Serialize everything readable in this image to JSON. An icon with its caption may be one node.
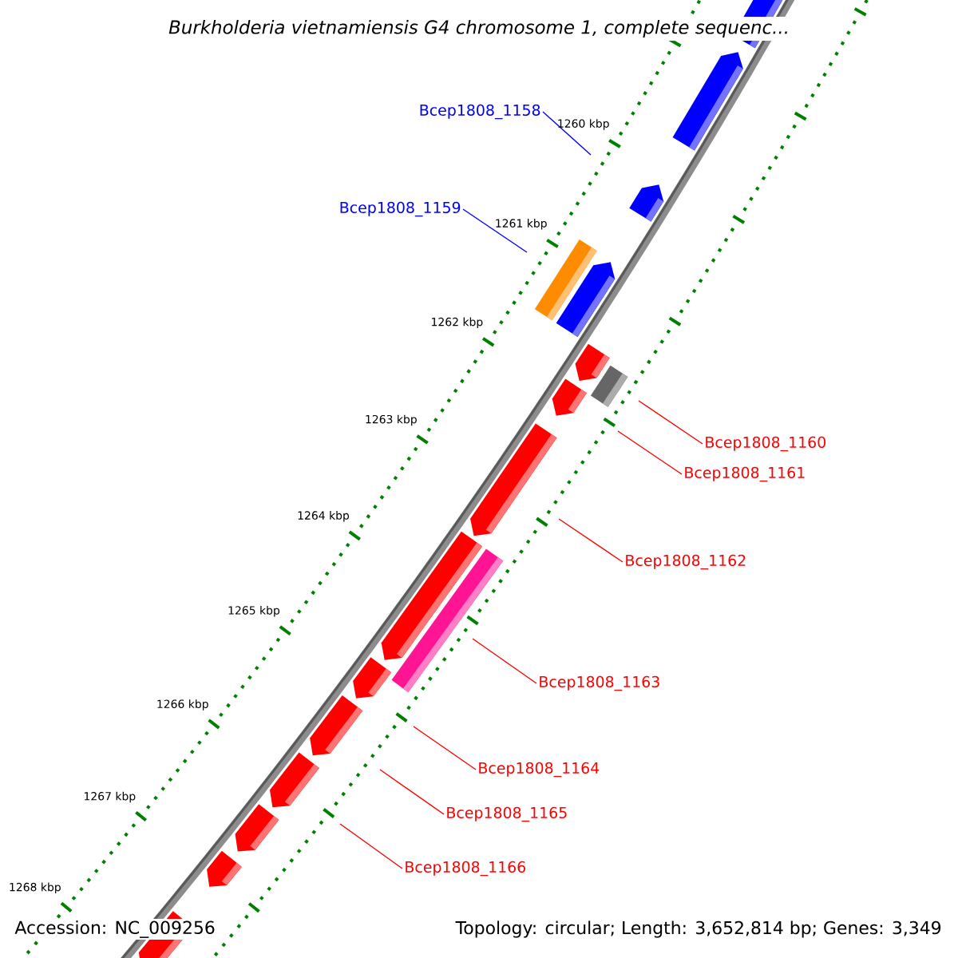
{
  "diagram": {
    "title": "Burkholderia vietnamiensis G4 chromosome 1, complete sequenc...",
    "nodes": [
      {
        "text": [
          "Bcep1808_1158"
        ]
      },
      {
        "text": [
          "Bcep1808_1159"
        ]
      },
      {
        "text": [
          "Bcep1808_1160"
        ]
      },
      {
        "text": [
          "Bcep1808_1161"
        ]
      },
      {
        "text": [
          "Bcep1808_1162"
        ]
      },
      {
        "text": [
          "Bcep1808_1163"
        ]
      },
      {
        "text": [
          "Bcep1808_1164"
        ]
      },
      {
        "text": [
          "Bcep1808_1165"
        ]
      },
      {
        "text": [
          "Bcep1808_1166"
        ]
      }
    ],
    "edges": [
      {
        "from": 0,
        "to": null,
        "arrow": "none",
        "color": "#0000ff"
      },
      {
        "from": 1,
        "to": null,
        "arrow": "none",
        "color": "#0000ff"
      },
      {
        "from": 2,
        "to": null,
        "arrow": "none"
      },
      {
        "from": 3,
        "to": null,
        "arrow": "none"
      },
      {
        "from": 4,
        "to": null,
        "arrow": "none"
      },
      {
        "from": 5,
        "to": null,
        "arrow": "none"
      },
      {
        "from": 6,
        "to": null,
        "arrow": "none"
      },
      {
        "from": 7,
        "to": null,
        "arrow": "none"
      },
      {
        "from": 8,
        "to": null,
        "arrow": "none"
      }
    ],
    "labels": [
      "1260 kbp",
      "1261 kbp",
      "1262 kbp",
      "1263 kbp",
      "1264 kbp",
      "1265 kbp",
      "1266 kbp",
      "1267 kbp",
      "1268 kbp",
      "Accession: NC_009256",
      "Topology: circular; Length: 3,652,814 bp; Genes: 3,349"
    ]
  }
}
